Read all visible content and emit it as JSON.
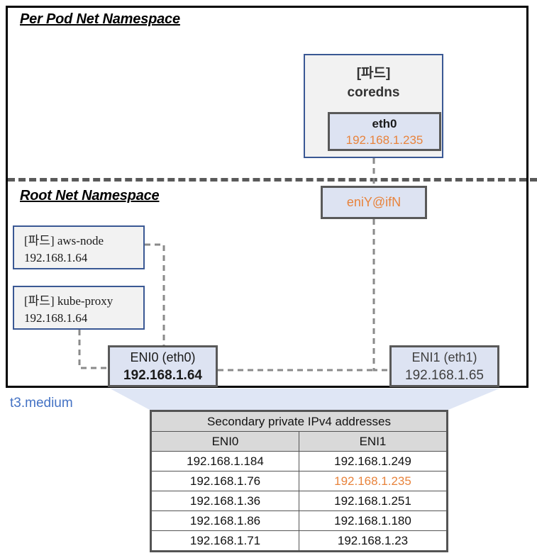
{
  "diagram": {
    "namespaces": {
      "per_pod_title": "Per Pod  Net Namespace",
      "root_title": "Root Net Namespace"
    },
    "instance_type": "t3.medium",
    "coredns_pod": {
      "kind_label": "[파드]",
      "name": "coredns",
      "interface": {
        "name": "eth0",
        "ip": "192.168.1.235"
      }
    },
    "veth": {
      "label": "eniY@ifN"
    },
    "host_pods": [
      {
        "kind_label": "[파드] aws-node",
        "ip": "192.168.1.64"
      },
      {
        "kind_label": "[파드] kube-proxy",
        "ip": "192.168.1.64"
      }
    ],
    "enis": [
      {
        "name": "ENI0 (eth0)",
        "ip": "192.168.1.64"
      },
      {
        "name": "ENI1 (eth1)",
        "ip": "192.168.1.65"
      }
    ],
    "colors": {
      "accent_orange": "#e8833c",
      "accent_blue": "#4472c4",
      "box_border_blue": "#3a5894",
      "iface_fill": "#dde3f2",
      "connector_grey": "#808080"
    }
  },
  "table": {
    "title": "Secondary private IPv4 addresses",
    "columns": [
      "ENI0",
      "ENI1"
    ],
    "rows": [
      {
        "eni0": "192.168.1.184",
        "eni1": "192.168.1.249",
        "eni1_highlight": false
      },
      {
        "eni0": "192.168.1.76",
        "eni1": "192.168.1.235",
        "eni1_highlight": true
      },
      {
        "eni0": "192.168.1.36",
        "eni1": "192.168.1.251",
        "eni1_highlight": false
      },
      {
        "eni0": "192.168.1.86",
        "eni1": "192.168.1.180",
        "eni1_highlight": false
      },
      {
        "eni0": "192.168.1.71",
        "eni1": "192.168.1.23",
        "eni1_highlight": false
      }
    ]
  }
}
